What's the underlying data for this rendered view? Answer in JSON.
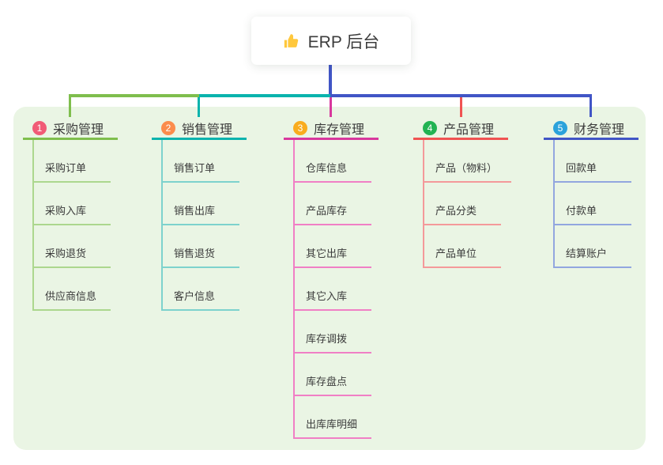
{
  "colors": {
    "canvas": "#ffffff",
    "panel": "#eaf5e4",
    "root_line": "#4155c6",
    "text": "#3b3b3b"
  },
  "root": {
    "title": "ERP 后台",
    "icon": "thumbs-up"
  },
  "branches": [
    {
      "badge": "1",
      "label": "采购管理",
      "color": "#7fbe4d",
      "child_color": "#acd78e",
      "badge_color": "#f15b76",
      "children": [
        "采购订单",
        "采购入库",
        "采购退货",
        "供应商信息"
      ]
    },
    {
      "badge": "2",
      "label": "销售管理",
      "color": "#0ab3ad",
      "child_color": "#7dd2cd",
      "badge_color": "#fb8c4c",
      "children": [
        "销售订单",
        "销售出库",
        "销售退货",
        "客户信息"
      ]
    },
    {
      "badge": "3",
      "label": "库存管理",
      "color": "#d8389d",
      "child_color": "#f07fc5",
      "badge_color": "#f9ac1e",
      "children": [
        "仓库信息",
        "产品库存",
        "其它出库",
        "其它入库",
        "库存调拨",
        "库存盘点",
        "出库库明细"
      ]
    },
    {
      "badge": "4",
      "label": "产品管理",
      "color": "#f05352",
      "child_color": "#f4999a",
      "badge_color": "#22b353",
      "children": [
        "产品（物料）",
        "产品分类",
        "产品单位"
      ]
    },
    {
      "badge": "5",
      "label": "财务管理",
      "color": "#4155c6",
      "child_color": "#92a6df",
      "badge_color": "#2ba2db",
      "children": [
        "回款单",
        "付款单",
        "结算账户"
      ]
    }
  ]
}
